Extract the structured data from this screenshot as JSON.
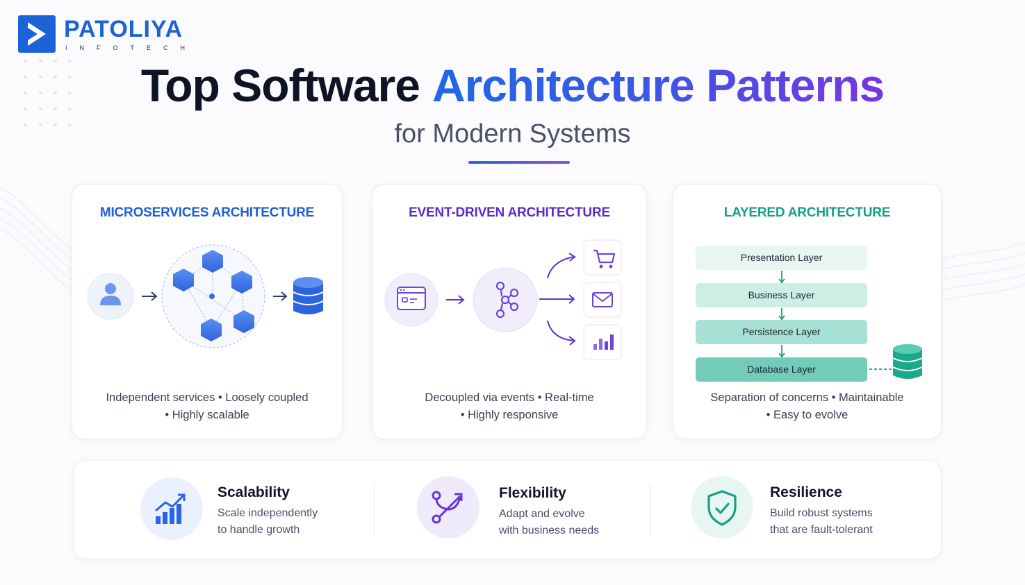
{
  "brand": {
    "name": "PATOLIYA",
    "tagline": "INFOTECH",
    "logo_color": "#1c63d8"
  },
  "header": {
    "title_dark": "Top Software",
    "title_highlight": "Architecture Patterns",
    "subtitle": "for Modern Systems"
  },
  "cards": [
    {
      "title": "MICROSERVICES ARCHITECTURE",
      "desc_line1": "Independent services • Loosely coupled",
      "desc_line2": "• Highly scalable",
      "accent": "#1e5fd8",
      "icons": [
        "user-icon",
        "arrow-right-icon",
        "service-hexagon-icon",
        "database-icon"
      ]
    },
    {
      "title": "EVENT-DRIVEN ARCHITECTURE",
      "desc_line1": "Decoupled via events • Real-time",
      "desc_line2": "• Highly responsive",
      "accent": "#5a2bd0",
      "icons": [
        "browser-window-icon",
        "event-hub-icon",
        "shopping-cart-icon",
        "mail-icon",
        "bar-chart-icon"
      ]
    },
    {
      "title": "LAYERED ARCHITECTURE",
      "desc_line1": "Separation of concerns • Maintainable",
      "desc_line2": "• Easy to evolve",
      "accent": "#14a084",
      "layers": [
        "Presentation Layer",
        "Business Layer",
        "Persistence Layer",
        "Database Layer"
      ],
      "icons": [
        "database-icon"
      ]
    }
  ],
  "benefits": [
    {
      "title": "Scalability",
      "line1": "Scale independently",
      "line2": "to handle growth",
      "icon": "growth-chart-icon",
      "accent": "#2a63e6"
    },
    {
      "title": "Flexibility",
      "line1": "Adapt and evolve",
      "line2": "with business needs",
      "icon": "branch-arrow-icon",
      "accent": "#6a35d6"
    },
    {
      "title": "Resilience",
      "line1": "Build robust systems",
      "line2": "that are fault-tolerant",
      "icon": "shield-check-icon",
      "accent": "#14a084"
    }
  ]
}
